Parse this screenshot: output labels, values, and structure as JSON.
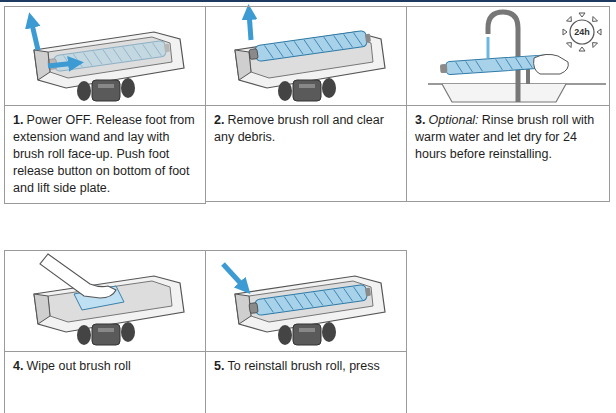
{
  "diagram": {
    "nodes": [
      {
        "text": [
          "1.",
          "Power OFF. Release foot from extension wand and lay with brush roll face-up. Push foot release button on bottom of foot and lift side plate."
        ]
      },
      {
        "text": [
          "2.",
          "Remove brush roll and clear any debris."
        ]
      },
      {
        "text": [
          "3.",
          "Optional:",
          "Rinse brush roll with warm water and let dry for 24 hours before reinstalling."
        ]
      },
      {
        "text": [
          "4.",
          "Wipe out brush roll"
        ]
      },
      {
        "text": [
          "5.",
          "To reinstall brush roll, press"
        ]
      }
    ],
    "labels": [
      "24h"
    ]
  }
}
